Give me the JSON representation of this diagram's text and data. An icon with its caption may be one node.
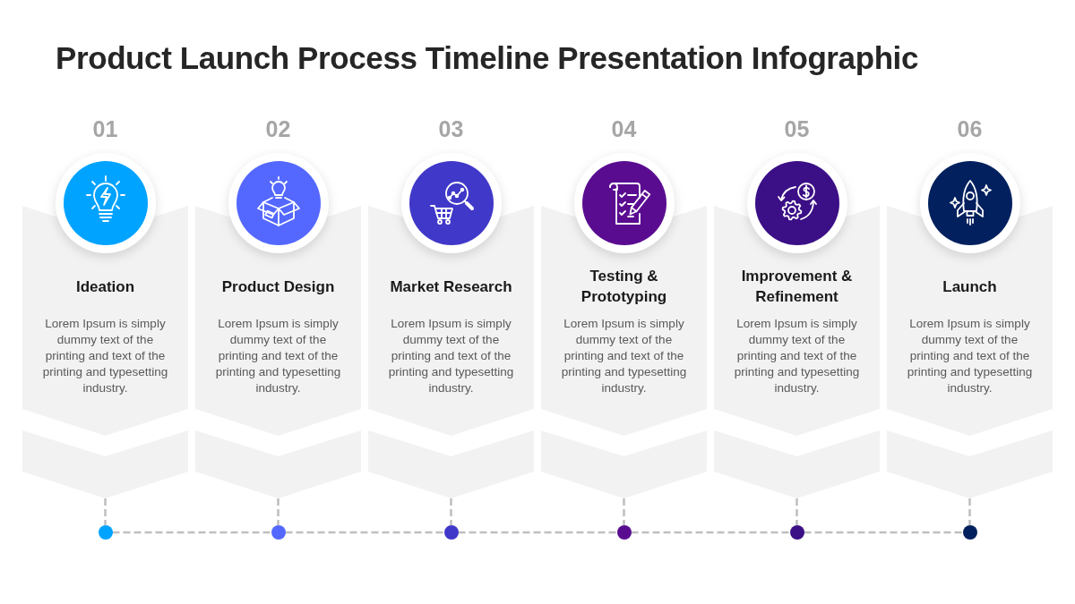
{
  "diagram": {
    "title": "Product Launch Process Timeline Presentation Infographic",
    "nodes": [
      {
        "text": [
          "Ideation",
          "Lorem Ipsum is simply dummy text of the printing and text of the printing and typesetting industry."
        ],
        "beside": [
          "01"
        ]
      },
      {
        "text": [],
        "shape": "chevron"
      },
      {
        "text": [],
        "shape": "circle"
      },
      {
        "text": [
          "Product Design",
          "Lorem Ipsum is simply dummy text of the printing and text of the printing and typesetting industry."
        ],
        "beside": [
          "02"
        ]
      },
      {
        "text": [],
        "shape": "chevron"
      },
      {
        "text": [],
        "shape": "circle"
      },
      {
        "text": [
          "Market Research",
          "Lorem Ipsum is simply dummy text of the printing and text of the printing and typesetting industry."
        ],
        "beside": [
          "03"
        ]
      },
      {
        "text": [],
        "shape": "chevron"
      },
      {
        "text": [],
        "shape": "circle"
      },
      {
        "text": [
          "Testing & Prototyping",
          "Lorem Ipsum is simply dummy text of the printing and text of the printing and typesetting industry."
        ],
        "beside": [
          "04"
        ]
      },
      {
        "text": [],
        "shape": "chevron"
      },
      {
        "text": [],
        "shape": "circle"
      },
      {
        "text": [
          "Improvement & Refinement",
          "Lorem Ipsum is simply dummy text of the printing and text of the printing and typesetting industry."
        ],
        "beside": [
          "05"
        ]
      },
      {
        "text": [],
        "shape": "chevron"
      },
      {
        "text": [],
        "shape": "circle"
      },
      {
        "text": [
          "Launch",
          "Lorem Ipsum is simply dummy text of the printing and text of the printing and typesetting industry."
        ],
        "beside": [
          "06"
        ]
      },
      {
        "text": [],
        "shape": "chevron"
      },
      {
        "text": [],
        "shape": "circle"
      }
    ],
    "edges": [
      {
        "from": 1,
        "to": 2,
        "arrow": "none",
        "style": "dashed"
      },
      {
        "from": 4,
        "to": 5,
        "arrow": "none",
        "style": "dashed"
      },
      {
        "from": 7,
        "to": 8,
        "arrow": "none",
        "style": "dashed"
      },
      {
        "from": 10,
        "to": 11,
        "arrow": "none",
        "style": "dashed"
      },
      {
        "from": 13,
        "to": 14,
        "arrow": "none",
        "style": "dashed"
      },
      {
        "from": 16,
        "to": 17,
        "arrow": "none",
        "style": "dashed"
      },
      {
        "from": 2,
        "to": 5,
        "arrow": "none",
        "style": "dashed"
      },
      {
        "from": 5,
        "to": 8,
        "arrow": "none",
        "style": "dashed"
      },
      {
        "from": 8,
        "to": 11,
        "arrow": "none",
        "style": "dashed"
      },
      {
        "from": 11,
        "to": 14,
        "arrow": "none",
        "style": "dashed"
      },
      {
        "from": 14,
        "to": 17,
        "arrow": "none",
        "style": "dashed"
      }
    ]
  }
}
